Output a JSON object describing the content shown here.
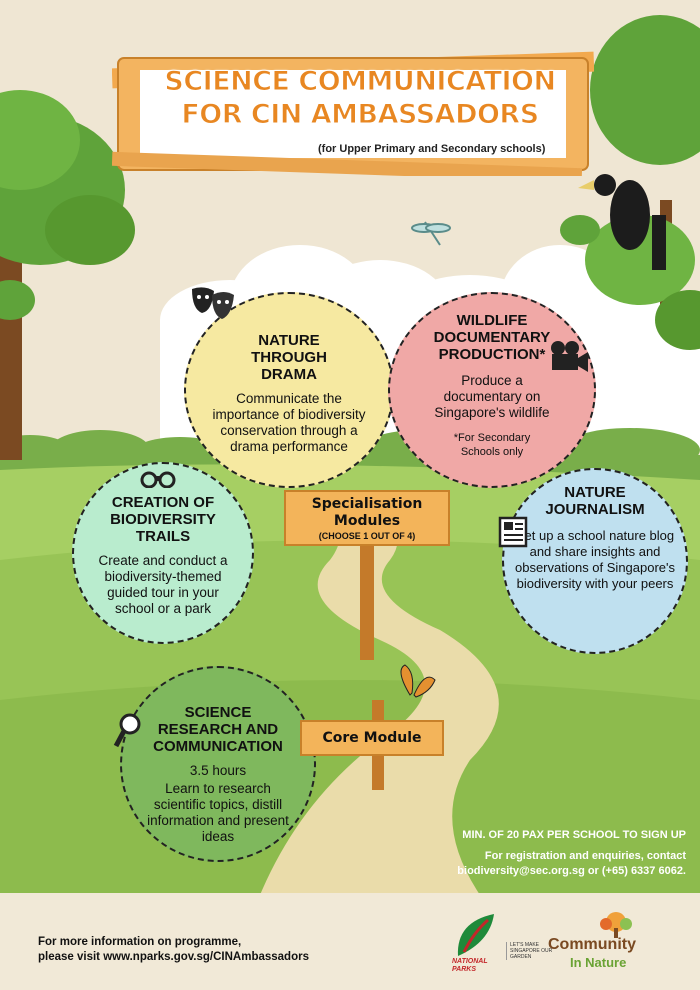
{
  "title": {
    "line1": "SCIENCE COMMUNICATION",
    "line2": "FOR CIN AMBASSADORS",
    "subtitle": "(for Upper Primary and Secondary schools)"
  },
  "modules": {
    "drama": {
      "heading": "NATURE THROUGH DRAMA",
      "body": "Communicate the importance of biodiversity conservation through a drama performance"
    },
    "documentary": {
      "heading": "WILDLIFE DOCUMENTARY PRODUCTION*",
      "body": "Produce a documentary on Singapore's wildlife",
      "note": "*For Secondary Schools only"
    },
    "trails": {
      "heading": "CREATION OF BIODIVERSITY TRAILS",
      "body": "Create and conduct a biodiversity-themed guided tour in your school or a park"
    },
    "journalism": {
      "heading": "NATURE JOURNALISM",
      "body": "Set up a school nature blog and share insights and observations of Singapore's biodiversity with your peers"
    },
    "research": {
      "heading": "SCIENCE RESEARCH AND COMMUNICATION",
      "duration": "3.5 hours",
      "body": "Learn to research scientific topics, distill information and present ideas"
    }
  },
  "signs": {
    "specialisation_title": "Specialisation Modules",
    "specialisation_sub": "(CHOOSE 1 OUT OF 4)",
    "core": "Core Module"
  },
  "signup": {
    "min": "MIN. OF 20 PAX PER SCHOOL TO SIGN UP",
    "line1": "For registration and enquiries, contact",
    "line2": "biodiversity@sec.org.sg or (+65) 6337 6062."
  },
  "footer": {
    "line1": "For more information on programme,",
    "line2": "please visit www.nparks.gov.sg/CINAmbassadors",
    "nparks_name": "NATIONAL PARKS",
    "nparks_tagline": "LET'S MAKE SINGAPORE OUR GARDEN",
    "cin_line1": "Community",
    "cin_line2": "In Nature"
  },
  "colors": {
    "title_orange": "#e88722",
    "drama_yellow": "#f6e9a1",
    "documentary_pink": "#f0a8a6",
    "trails_mint": "#b9ecce",
    "journalism_blue": "#bfe0ef",
    "research_green": "#7fb85d",
    "grass": "#9cc85b",
    "path": "#e9d9a7"
  }
}
